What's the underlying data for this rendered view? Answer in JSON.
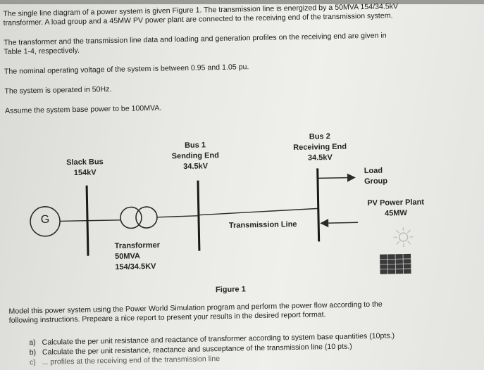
{
  "paragraphs": {
    "intro_line1": "The single line diagram of a power system is given Figure 1. The transmission line is energized by a 50MVA 154/34.5kV",
    "intro_line2": "transformer. A load group and a 45MW PV power plant are connected to the receiving end of the transmission system.",
    "data_line1": "The transformer and the transmission line data and loading and generation profiles on the receiving end are given in",
    "data_line2": "Table 1-4, respectively.",
    "voltage": "The nominal operating voltage of the system is between 0.95 and 1.05 pu.",
    "frequency": "The system is operated in 50Hz.",
    "base_power": "Assume the system base power to be 100MVA."
  },
  "diagram": {
    "generator_label": "G",
    "slack_bus": [
      "Slack Bus",
      "154kV"
    ],
    "bus1": [
      "Bus 1",
      "Sending End",
      "34.5kV"
    ],
    "bus2": [
      "Bus 2",
      "Receiving End",
      "34.5kV"
    ],
    "load": [
      "Load",
      "Group"
    ],
    "pv_plant": [
      "PV Power Plant",
      "45MW"
    ],
    "transformer": [
      "Transformer",
      "50MVA",
      "154/34.5KV"
    ],
    "line_label": "Transmission Line",
    "figure_caption": "Figure 1"
  },
  "instructions": {
    "line1": "Model this power system using the Power World Simulation program and perform the power flow according to the",
    "line2": "following instructions. Prepeare a nice report to present your results in the desired report format.",
    "items": [
      {
        "marker": "a)",
        "text": "Calculate the per unit resistance and reactance of transformer according to system base quantities (10pts.)"
      },
      {
        "marker": "b)",
        "text": "Calculate the per unit resistance, reactance and susceptance of the transmission line (10 pts.)"
      },
      {
        "marker": "c)",
        "text": "... profiles at the receiving end of the transmission line"
      }
    ]
  },
  "colors": {
    "paper": "#ececea",
    "ink": "#1e1e1e",
    "sun": "#c9c9c9",
    "panel": "#3a3a3a"
  }
}
